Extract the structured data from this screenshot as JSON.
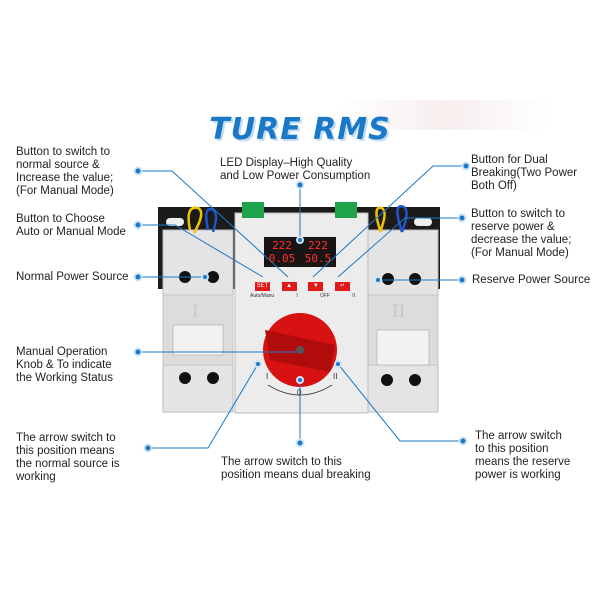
{
  "title": "TURE RMS",
  "device": {
    "display_digits": [
      "222",
      "222",
      "0.05",
      "50.5"
    ],
    "buttons": [
      {
        "glyph": "SET",
        "caption": "Auto/Manu"
      },
      {
        "glyph": "▲",
        "caption": "I"
      },
      {
        "glyph": "▼",
        "caption": "OFF"
      },
      {
        "glyph": "↵",
        "caption": "II"
      }
    ],
    "module_left_numeral": "I",
    "module_right_numeral": "II",
    "knob_positions": [
      "I",
      "0",
      "II"
    ],
    "accent_color": "#e01818",
    "callout_color": "#1a78c8"
  },
  "callouts": {
    "normal_increase": "Button to switch to\nnormal source &\nIncrease the value;\n(For Manual Mode)",
    "led_display": "LED Display–High Quality\nand Low Power Consumption",
    "dual_breaking_button": "Button for Dual\nBreaking(Two Power\nBoth Off)",
    "auto_manual": "Button to Choose\nAuto or Manual Mode",
    "reserve_decrease": "Button to switch to\nreserve power &\ndecrease the value;\n(For Manual Mode)",
    "normal_source": "Normal Power Source",
    "reserve_source": "Reserve Power Source",
    "knob": "Manual Operation\nKnob & To indicate\nthe Working Status",
    "arrow_normal": "The arrow switch to\nthis position means\nthe normal source is\nworking",
    "arrow_dual": "The arrow switch to this\nposition means dual breaking",
    "arrow_reserve": "The arrow switch\nto this position\nmeans the reserve\npower is working"
  }
}
